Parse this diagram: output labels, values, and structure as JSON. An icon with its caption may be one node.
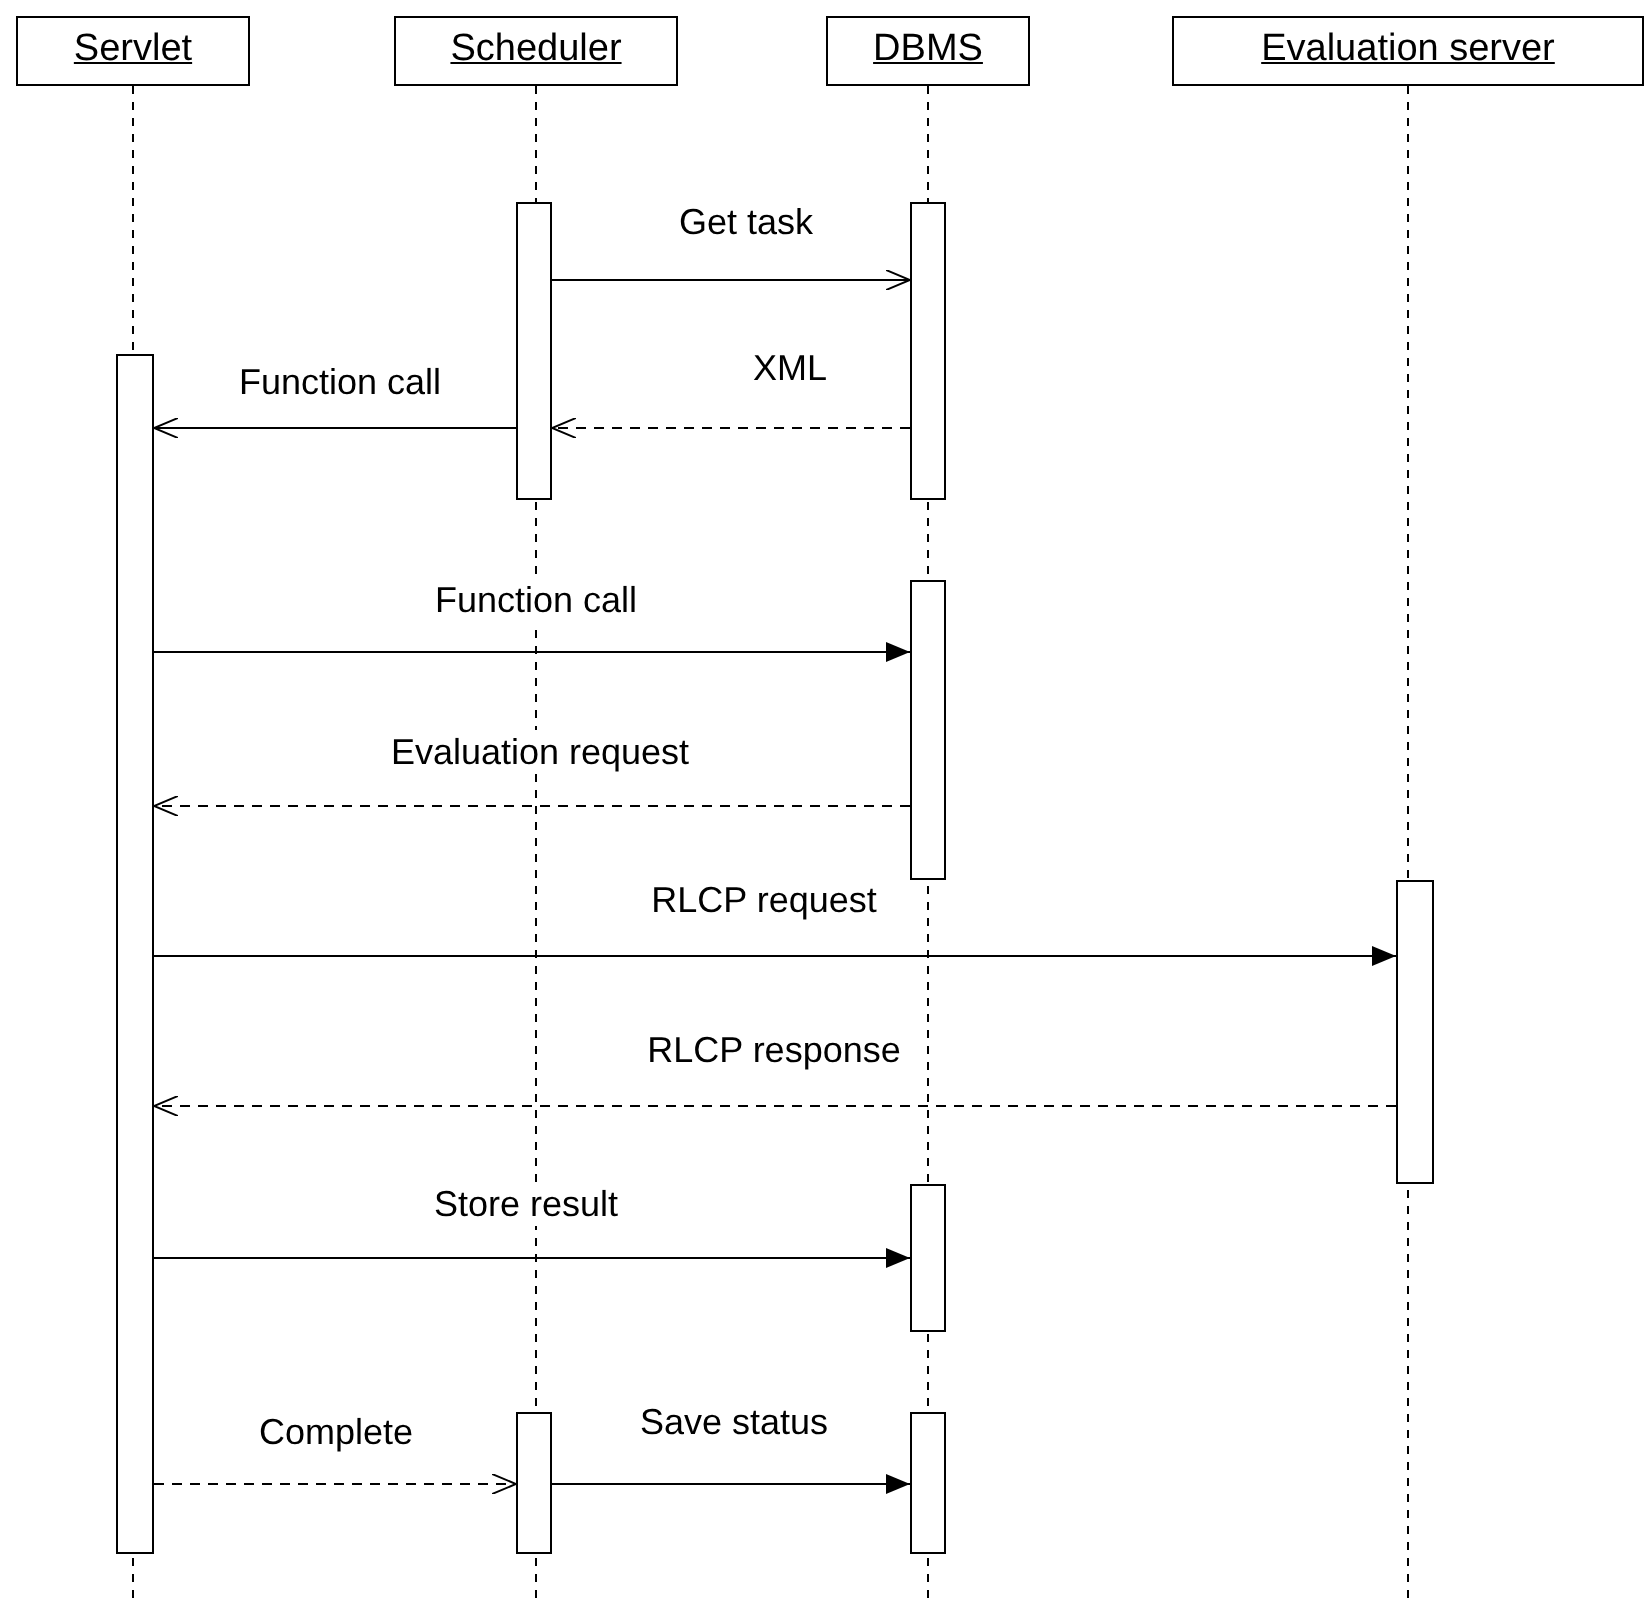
{
  "diagram": {
    "nodes": [
      {
        "text": [
          "Servlet"
        ]
      },
      {
        "text": [
          "Scheduler"
        ]
      },
      {
        "text": [
          "DBMS"
        ]
      },
      {
        "text": [
          "Evaluation server"
        ]
      },
      {
        "text": [],
        "shape": "bar"
      },
      {
        "text": [],
        "shape": "bar"
      },
      {
        "text": [],
        "shape": "bar"
      },
      {
        "text": [],
        "shape": "bar"
      },
      {
        "text": [],
        "shape": "bar"
      },
      {
        "text": [],
        "shape": "bar"
      },
      {
        "text": [],
        "shape": "bar"
      },
      {
        "text": [],
        "shape": "bar"
      }
    ],
    "edges": [
      {
        "from": 4,
        "to": 5,
        "arrow": "to",
        "label": "Get task"
      },
      {
        "from": 5,
        "to": 4,
        "arrow": "to",
        "label": "XML",
        "style": "dashed"
      },
      {
        "from": 4,
        "to": 6,
        "arrow": "to",
        "label": "Function call"
      },
      {
        "from": 6,
        "to": 7,
        "arrow": "to",
        "label": "Function call"
      },
      {
        "from": 7,
        "to": 6,
        "arrow": "to",
        "label": "Evaluation request",
        "style": "dashed"
      },
      {
        "from": 6,
        "to": 8,
        "arrow": "to",
        "label": "RLCP request"
      },
      {
        "from": 8,
        "to": 6,
        "arrow": "to",
        "label": "RLCP response",
        "style": "dashed"
      },
      {
        "from": 6,
        "to": 9,
        "arrow": "to",
        "label": "Store result"
      },
      {
        "from": 6,
        "to": 10,
        "arrow": "to",
        "label": "Complete",
        "style": "dashed"
      },
      {
        "from": 10,
        "to": 11,
        "arrow": "to",
        "label": "Save status"
      }
    ]
  }
}
